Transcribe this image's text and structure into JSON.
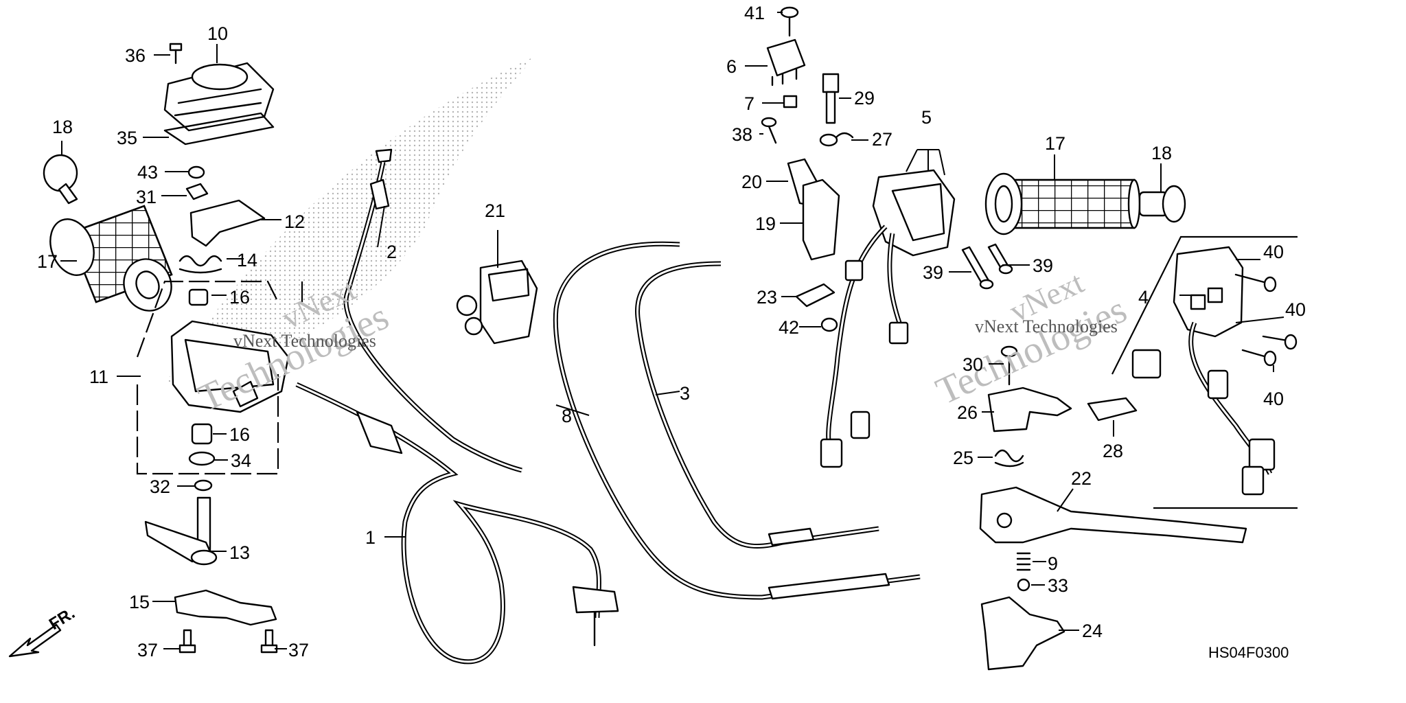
{
  "diagram_code": "HS04F0300",
  "direction_label": "FR.",
  "watermark": {
    "top": "vNext",
    "bottom": "Technologies",
    "small": "vNext Technologies"
  },
  "callouts": {
    "c1": "1",
    "c2": "2",
    "c3": "3",
    "c4": "4",
    "c5": "5",
    "c6": "6",
    "c7": "7",
    "c8": "8",
    "c9": "9",
    "c10": "10",
    "c11": "11",
    "c12": "12",
    "c13": "13",
    "c14": "14",
    "c15": "15",
    "c16a": "16",
    "c16b": "16",
    "c17a": "17",
    "c17b": "17",
    "c18a": "18",
    "c18b": "18",
    "c19": "19",
    "c20": "20",
    "c21": "21",
    "c22": "22",
    "c23": "23",
    "c24": "24",
    "c25": "25",
    "c26": "26",
    "c27": "27",
    "c28": "28",
    "c29": "29",
    "c30": "30",
    "c31": "31",
    "c32": "32",
    "c33": "33",
    "c34": "34",
    "c35": "35",
    "c36": "36",
    "c37a": "37",
    "c37b": "37",
    "c38": "38",
    "c39a": "39",
    "c39b": "39",
    "c40a": "40",
    "c40b": "40",
    "c40c": "40",
    "c41": "41",
    "c42": "42",
    "c43": "43"
  }
}
